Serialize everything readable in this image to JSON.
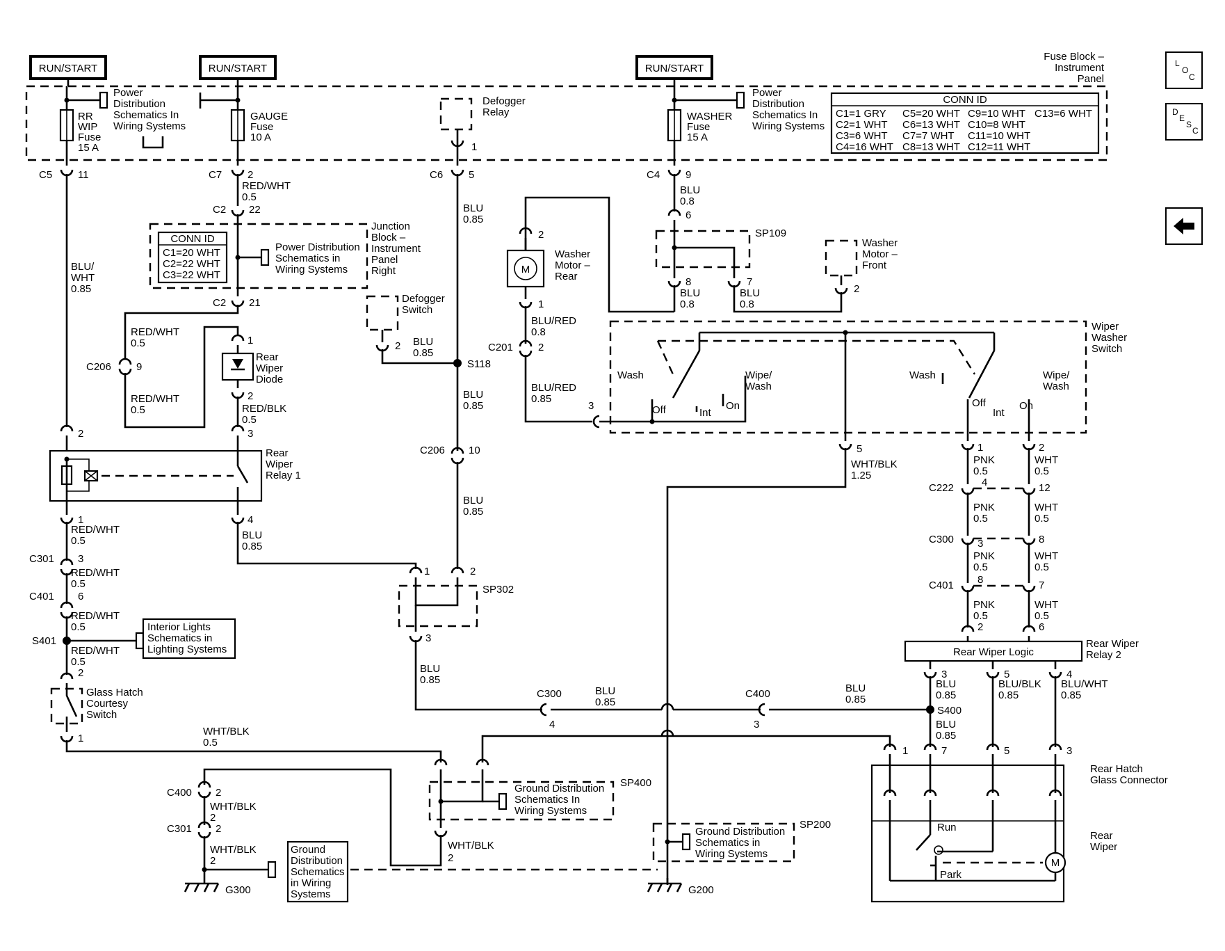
{
  "labels": {
    "run_start": "RUN/START",
    "fuse_block": [
      "Fuse Block –",
      "Instrument",
      "Panel"
    ],
    "power_dist_1": [
      "Power",
      "Distribution",
      "Schematics In",
      "Wiring Systems"
    ],
    "power_dist_2": [
      "Power",
      "Distribution",
      "Schematics In",
      "Wiring Systems"
    ],
    "rr_wip_fuse": [
      "RR",
      "WIP",
      "Fuse",
      "15 A"
    ],
    "gauge_fuse": [
      "GAUGE",
      "Fuse",
      "10 A"
    ],
    "washer_fuse": [
      "WASHER",
      "Fuse",
      "15 A"
    ],
    "defogger_relay": [
      "Defogger",
      "Relay"
    ],
    "conn_id_title": "CONN ID",
    "conn_id_rows": [
      [
        "C1=1 GRY",
        "C5=20 WHT",
        "C9=10 WHT",
        "C13=6 WHT"
      ],
      [
        "C2=1 WHT",
        "C6=13 WHT",
        "C10=8 WHT",
        ""
      ],
      [
        "C3=6 WHT",
        "C7=7 WHT",
        "C11=10 WHT",
        ""
      ],
      [
        "C4=16 WHT",
        "C8=13 WHT",
        "C12=11 WHT",
        ""
      ]
    ],
    "jb_conn_title": "CONN ID",
    "jb_conn_rows": [
      "C1=20 WHT",
      "C2=22 WHT",
      "C3=22 WHT"
    ],
    "jb_power_dist": [
      "Power Distribution",
      "Schematics in",
      "Wiring Systems"
    ],
    "junction_block": [
      "Junction",
      "Block –",
      "Instrument",
      "Panel",
      "Right"
    ],
    "blu_wht": [
      "BLU/",
      "WHT",
      "0.85"
    ],
    "red_wht_05": [
      "RED/WHT",
      "0.5"
    ],
    "red_blk_05": [
      "RED/BLK",
      "0.5"
    ],
    "blu_085": [
      "BLU",
      "0.85"
    ],
    "blu_08": [
      "BLU",
      "0.8"
    ],
    "blu_red_08": [
      "BLU/RED",
      "0.8"
    ],
    "blu_red_085": [
      "BLU/RED",
      "0.85"
    ],
    "wht_blk_125": [
      "WHT/BLK",
      "1.25"
    ],
    "wht_blk_05": [
      "WHT/BLK",
      "0.5"
    ],
    "wht_blk_05b": [
      "WHT/BLK"
    ],
    "pnk_05": [
      "PNK",
      "0.5"
    ],
    "wht_05": [
      "WHT",
      "0.5"
    ],
    "blu_blk_085": [
      "BLU/BLK",
      "0.85"
    ],
    "blu_wht_085": [
      "BLU/WHT",
      "0.85"
    ],
    "rear_wiper_diode": [
      "Rear",
      "Wiper",
      "Diode"
    ],
    "rear_wiper_relay1": [
      "Rear",
      "Wiper",
      "Relay 1"
    ],
    "interior_lights": [
      "Interior Lights",
      "Schematics in",
      "Lighting Systems"
    ],
    "glass_hatch": [
      "Glass Hatch",
      "Courtesy",
      "Switch"
    ],
    "defogger_switch": [
      "Defogger",
      "Switch"
    ],
    "washer_motor_rear": [
      "Washer",
      "Motor –",
      "Rear"
    ],
    "washer_motor_front": [
      "Washer",
      "Motor –",
      "Front"
    ],
    "wiper_washer_switch": [
      "Wiper",
      "Washer",
      "Switch"
    ],
    "wash": "Wash",
    "wipe_wash": [
      "Wipe/",
      "Wash"
    ],
    "off": "Off",
    "int": "Int",
    "on": "On",
    "rear_wiper_logic": "Rear Wiper Logic",
    "rear_wiper_relay2": [
      "Rear Wiper",
      "Relay 2"
    ],
    "rear_hatch_glass": [
      "Rear Hatch",
      "Glass Connector"
    ],
    "rear_wiper": [
      "Rear",
      "Wiper"
    ],
    "run": "Run",
    "park": "Park",
    "ground_dist_sp400": [
      "Ground Distribution",
      "Schematics In",
      "Wiring Systems"
    ],
    "ground_dist_sp200": [
      "Ground Distribution",
      "Schematics in",
      "Wiring Systems"
    ],
    "ground_dist_g300": [
      "Ground",
      "Distribution",
      "Schematics",
      "in Wiring",
      "Systems"
    ],
    "motor_symbol": "M"
  },
  "connectors": {
    "C5": "C5",
    "C7": "C7",
    "C6": "C6",
    "C4": "C4",
    "C2": "C2",
    "C206": "C206",
    "C201": "C201",
    "C301": "C301",
    "C401": "C401",
    "C222": "C222",
    "C300": "C300",
    "C400": "C400",
    "S118": "S118",
    "S401": "S401",
    "S400": "S400",
    "SP109": "SP109",
    "SP302": "SP302",
    "SP400": "SP400",
    "SP200": "SP200",
    "G300": "G300",
    "G200": "G200"
  },
  "pins": {
    "p1": "1",
    "p2": "2",
    "p3": "3",
    "p4": "4",
    "p5": "5",
    "p6": "6",
    "p7": "7",
    "p8": "8",
    "p9": "9",
    "p10": "10",
    "p11": "11",
    "p12": "12",
    "p21": "21",
    "p22": "22"
  },
  "nav": {
    "loc": [
      "L",
      "O",
      "C"
    ],
    "desc": [
      "D",
      "E",
      "S",
      "C"
    ],
    "back_icon": "left-arrow-icon"
  }
}
